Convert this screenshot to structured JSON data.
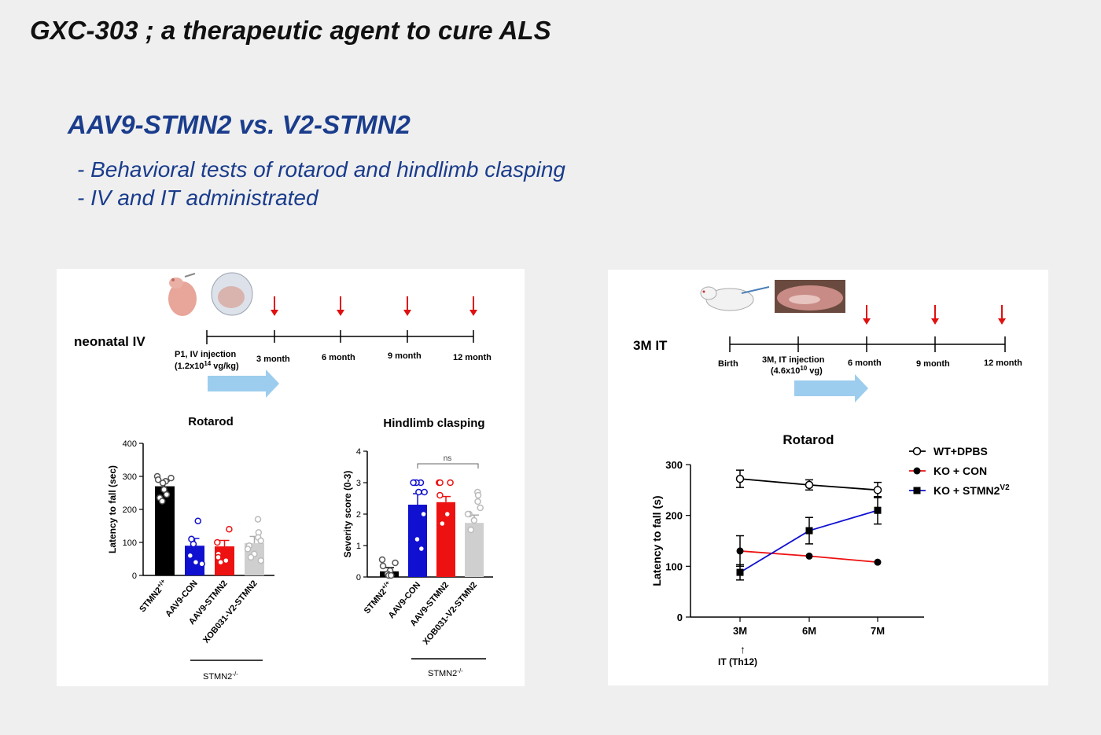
{
  "header": {
    "title": "GXC-303 ; a therapeutic agent to cure ALS",
    "subtitle": "AAV9-STMN2 vs. V2-STMN2",
    "bullets": [
      "- Behavioral tests of rotarod and hindlimb clasping",
      "- IV and IT administrated"
    ]
  },
  "left_panel": {
    "group_label": "neonatal IV",
    "timeline": {
      "injection_label_1": "P1, IV injection",
      "injection_label_2_prefix": "(1.2x10",
      "injection_label_2_sup": "14",
      "injection_label_2_suffix": " vg/kg)",
      "ticks": [
        "3 month",
        "6 month",
        "9 month",
        "12 month"
      ]
    },
    "genotype_label": "STMN2",
    "genotype_sup": "-/-",
    "colors": {
      "wt": "#000000",
      "con": "#1010d0",
      "stmn2": "#ee1111",
      "v2": "#cfcfcf",
      "arrow": "#e01010",
      "timeline_arrow": "#9ccdee"
    }
  },
  "right_panel": {
    "group_label": "3M IT",
    "timeline": {
      "labels": [
        "Birth",
        "3M, IT injection",
        "6 month",
        "9 month",
        "12 month"
      ],
      "dose_prefix": "(4.6x10",
      "dose_sup": "10",
      "dose_suffix": " vg)"
    },
    "injection_note": "IT (Th12)"
  },
  "chart_data": [
    {
      "type": "bar",
      "title": "Rotarod",
      "ylabel": "Latency to fall (sec)",
      "ylim": [
        0,
        400
      ],
      "yticks": [
        0,
        100,
        200,
        300,
        400
      ],
      "categories": [
        "STMN2+/+",
        "AAV9-CON",
        "AAV9-STMN2",
        "XOB031-V2-STMN2"
      ],
      "category_sup": [
        "+/+",
        "",
        "",
        ""
      ],
      "category_base": [
        "STMN2",
        "AAV9-CON",
        "AAV9-STMN2",
        "XOB031-V2-STMN2"
      ],
      "values": [
        270,
        90,
        88,
        98
      ],
      "errors": [
        15,
        22,
        18,
        20
      ],
      "points": [
        [
          300,
          295,
          290,
          285,
          280,
          260,
          245,
          235,
          225
        ],
        [
          165,
          110,
          95,
          60,
          40,
          35
        ],
        [
          140,
          100,
          65,
          55,
          45,
          40
        ],
        [
          170,
          130,
          115,
          105,
          90,
          80,
          65,
          55,
          45
        ]
      ]
    },
    {
      "type": "bar",
      "title": "Hindlimb clasping",
      "ylabel": "Severity score (0-3)",
      "ylim": [
        0,
        4
      ],
      "yticks": [
        0,
        1,
        2,
        3,
        4
      ],
      "categories": [
        "STMN2+/+",
        "AAV9-CON",
        "AAV9-STMN2",
        "XOB031-V2-STMN2"
      ],
      "category_sup": [
        "+/+",
        "",
        "",
        ""
      ],
      "category_base": [
        "STMN2",
        "AAV9-CON",
        "AAV9-STMN2",
        "XOB031-V2-STMN2"
      ],
      "values": [
        0.18,
        2.3,
        2.38,
        1.72
      ],
      "errors": [
        0.12,
        0.35,
        0.18,
        0.25
      ],
      "points": [
        [
          0.55,
          0.45,
          0.35,
          0.2,
          0.1,
          0.05,
          0.05
        ],
        [
          3.0,
          3.0,
          3.0,
          3.0,
          2.7,
          2.7,
          2.0,
          1.2,
          0.9
        ],
        [
          3.0,
          3.0,
          3.0,
          2.6,
          2.0,
          1.7
        ],
        [
          2.7,
          2.6,
          2.4,
          2.2,
          2.0,
          2.0,
          1.8,
          1.5
        ]
      ],
      "annotation": "ns"
    },
    {
      "type": "line",
      "title": "Rotarod",
      "ylabel": "Latency to fall (s)",
      "ylim": [
        0,
        300
      ],
      "yticks": [
        0,
        100,
        200,
        300
      ],
      "x": [
        "3M",
        "6M",
        "7M"
      ],
      "series": [
        {
          "name": "WT+DPBS",
          "values": [
            272,
            260,
            250
          ],
          "errors": [
            17,
            10,
            15
          ],
          "color": "#000000",
          "marker": "open-circle"
        },
        {
          "name": "KO + CON",
          "values": [
            130,
            120,
            108
          ],
          "errors": [
            30,
            0,
            0
          ],
          "color": "#ee1111",
          "marker": "filled-circle"
        },
        {
          "name": "KO + STMN2",
          "name_sup": "V2",
          "values": [
            88,
            170,
            210
          ],
          "errors": [
            15,
            26,
            27
          ],
          "color": "#1010d0",
          "marker": "filled-square"
        }
      ],
      "legend": "top-right"
    }
  ]
}
